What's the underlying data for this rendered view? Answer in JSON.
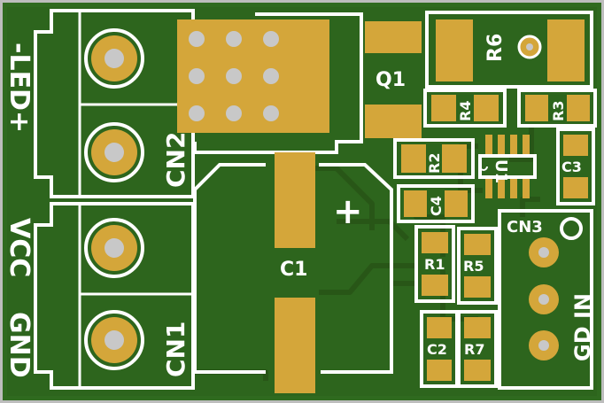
{
  "board": {
    "colors": {
      "edge": "#bdbdbd",
      "substrate": "#2f6a1f",
      "copper": "#2b5f1b",
      "trace": "#2a5a19",
      "pad": "#d4a63a",
      "drill": "#c8c8c8",
      "silk": "#ffffff"
    }
  },
  "labels": {
    "led": "-LED+",
    "cn2": "CN2",
    "vcc": "VCC",
    "gnd": "GND",
    "cn1": "CN1",
    "q1": "Q1",
    "c1": "C1",
    "plus": "+",
    "r6": "R6",
    "r4": "R4",
    "r3": "R3",
    "r2": "R2",
    "u1": "U1",
    "c3": "C3",
    "c4": "C4",
    "cn3": "CN3",
    "r1": "R1",
    "r5": "R5",
    "c2": "C2",
    "r7": "R7",
    "gd_in": "GD IN"
  }
}
